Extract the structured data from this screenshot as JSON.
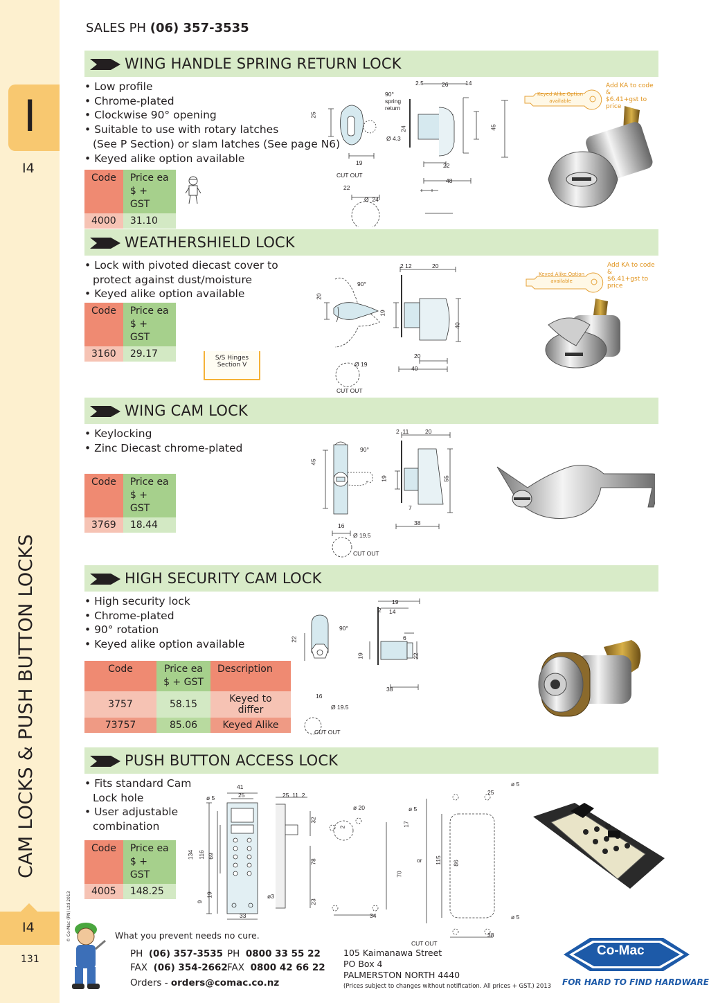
{
  "header": {
    "sales_label": "SALES  PH",
    "sales_phone": "(06) 357-3535"
  },
  "sidebar": {
    "tab_letter": "I",
    "tab_code": "I4",
    "vertical_title": "CAM LOCKS & PUSH BUTTON LOCKS",
    "copyright": "© Co-Mac (PN) Ltd 2013",
    "bottom_code": "I4",
    "page_number": "131"
  },
  "sections": [
    {
      "title": "WING HANDLE SPRING RETURN LOCK",
      "bullets": [
        "• Low profile",
        "• Chrome-plated",
        "• Clockwise 90° opening",
        "• Suitable to use with rotary latches",
        "(See P Section) or slam latches (See page N6)",
        "• Keyed alike option available"
      ],
      "table": {
        "headers": [
          "Code",
          "Price ea",
          "$ + GST"
        ],
        "rows": [
          [
            "4000",
            "31.10"
          ]
        ]
      },
      "ka_note": [
        "Add KA to code &",
        "$6.41+gst to price"
      ],
      "key_label": [
        "Keyed Alike Option",
        "available"
      ],
      "dims": {
        "d1": "2.5",
        "d2": "26",
        "d3": "14",
        "rot": "90°",
        "rot2": "spring",
        "rot3": "return",
        "h1": "25",
        "h2": "24",
        "h3": "45",
        "dia": "Ø 4.3",
        "w1": "19",
        "w2": "22",
        "w3": "48",
        "cut": "CUT OUT",
        "c1": "22",
        "c2": "Ø",
        "c3": "24"
      }
    },
    {
      "title": "WEATHERSHIELD LOCK",
      "bullets": [
        "• Lock with pivoted diecast cover to",
        "protect against dust/moisture",
        "• Keyed alike option available"
      ],
      "table": {
        "headers": [
          "Code",
          "Price ea",
          "$ + GST"
        ],
        "rows": [
          [
            "3160",
            "29.17"
          ]
        ]
      },
      "ka_note": [
        "Add KA to code &",
        "$6.41+gst to price"
      ],
      "key_label": [
        "Keyed Alike Option",
        "available"
      ],
      "book": [
        "S/S Hinges",
        "Section V"
      ],
      "dims": {
        "d1": "2",
        "d2": "12",
        "d3": "20",
        "rot": "90°",
        "h1": "20",
        "h2": "19",
        "h3": "40",
        "w1": "20",
        "w2": "40",
        "cutdia": "Ø  19",
        "cut": "CUT OUT"
      }
    },
    {
      "title": "WING CAM LOCK",
      "bullets": [
        "• Keylocking",
        "• Zinc Diecast chrome-plated"
      ],
      "table": {
        "headers": [
          "Code",
          "Price ea",
          "$ + GST"
        ],
        "rows": [
          [
            "3769",
            "18.44"
          ]
        ]
      },
      "dims": {
        "d1": "2",
        "d2": "11",
        "d3": "20",
        "rot": "90°",
        "h1": "45",
        "h2": "19",
        "h3": "55",
        "w1": "7",
        "w2": "38",
        "c1": "16",
        "cutdia": "Ø  19.5",
        "cut": "CUT OUT"
      }
    },
    {
      "title": "HIGH SECURITY CAM LOCK",
      "bullets": [
        "• High security lock",
        "• Chrome-plated",
        "• 90° rotation",
        "• Keyed alike option available"
      ],
      "table": {
        "headers": [
          "Code",
          "Price ea",
          "$ + GST",
          "Description"
        ],
        "rows": [
          [
            "3757",
            "58.15",
            "Keyed to differ"
          ],
          [
            "73757",
            "85.06",
            "Keyed Alike"
          ]
        ]
      },
      "dims": {
        "d1": "19",
        "d2": "2",
        "d3": "14",
        "d4": "6",
        "rot": "90°",
        "h1": "22",
        "h2": "19",
        "h3": "22",
        "w1": "33",
        "c1": "16",
        "cutdia": "Ø  19.5",
        "cut": "CUT OUT"
      }
    },
    {
      "title": "PUSH BUTTON ACCESS LOCK",
      "bullets": [
        "• Fits standard Cam",
        "Lock hole",
        "• User adjustable",
        "combination"
      ],
      "table": {
        "headers": [
          "Code",
          "Price ea",
          "$ + GST"
        ],
        "rows": [
          [
            "4005",
            "148.25"
          ]
        ]
      },
      "dims": {
        "a": "41",
        "b": "25",
        "c": "ø 5",
        "d": "25",
        "e": "11",
        "f": "2",
        "g": "134",
        "h": "116",
        "i": "69",
        "j": "32",
        "k": "78",
        "l": "19",
        "m": "9",
        "n": "23",
        "o": "33",
        "p": "ø3",
        "q": "ø 20",
        "r": "ø 5",
        "s": "2",
        "t": "17",
        "u": "70",
        "v": "34",
        "or": "or",
        "w": "115",
        "x": "86",
        "y": "25",
        "z": "ø 5",
        "aa": "38",
        "bb": "ø 5",
        "cut": "CUT OUT"
      }
    }
  ],
  "footer": {
    "tagline": "What you prevent needs no cure.",
    "ph1_label": "PH",
    "ph1": "(06) 357-3535",
    "fax1_label": "FAX",
    "fax1": "(06) 354-2662",
    "ph2_label": "PH",
    "ph2": "0800 33 55 22",
    "fax2_label": "FAX",
    "fax2": "0800 42 66 22",
    "orders_label": "Orders -",
    "orders_email": "orders@comac.co.nz",
    "address": [
      "105 Kaimanawa Street",
      "PO Box 4",
      "PALMERSTON NORTH 4440"
    ],
    "disclaimer": "(Prices subject to changes without notification.  All prices + GST.)  2013",
    "logo_text": "Co-Mac",
    "logo_tagline": "FOR HARD TO FIND HARDWARE"
  },
  "colors": {
    "section_header": "#d8ebc8",
    "code_header": "#ef8a72",
    "price_header": "#a6d08c",
    "sidebar": "#fdf0cf",
    "tab": "#f8c870",
    "brand_blue": "#1d5aa8"
  }
}
